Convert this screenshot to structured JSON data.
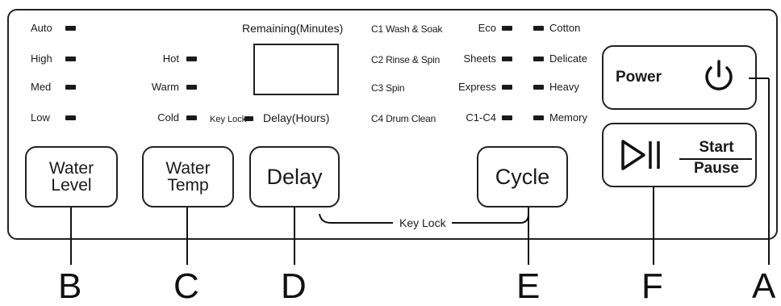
{
  "left_indicators": [
    "Auto",
    "High",
    "Med",
    "Low"
  ],
  "temp_indicators": [
    "Hot",
    "Warm",
    "Cold"
  ],
  "display": {
    "remaining_label": "Remaining(Minutes)",
    "delay_label": "Delay(Hours)",
    "key_lock_small": "Key Lock"
  },
  "cycle_column_1": [
    "C1 Wash & Soak",
    "C2 Rinse & Spin",
    "C3 Spin",
    "C4 Drum Clean"
  ],
  "cycle_column_2": [
    "Eco",
    "Sheets",
    "Express",
    "C1-C4"
  ],
  "cycle_column_3": [
    "Cotton",
    "Delicate",
    "Heavy",
    "Memory"
  ],
  "buttons": {
    "water_level": [
      "Water",
      "Level"
    ],
    "water_temp": [
      "Water",
      "Temp"
    ],
    "delay": "Delay",
    "cycle": "Cycle",
    "power": "Power",
    "start": "Start",
    "pause": "Pause"
  },
  "key_lock_bracket": "Key Lock",
  "callouts": [
    "A",
    "B",
    "C",
    "D",
    "E",
    "F"
  ],
  "icons": {
    "power": "power-icon",
    "play_pause": "play-pause-icon"
  }
}
